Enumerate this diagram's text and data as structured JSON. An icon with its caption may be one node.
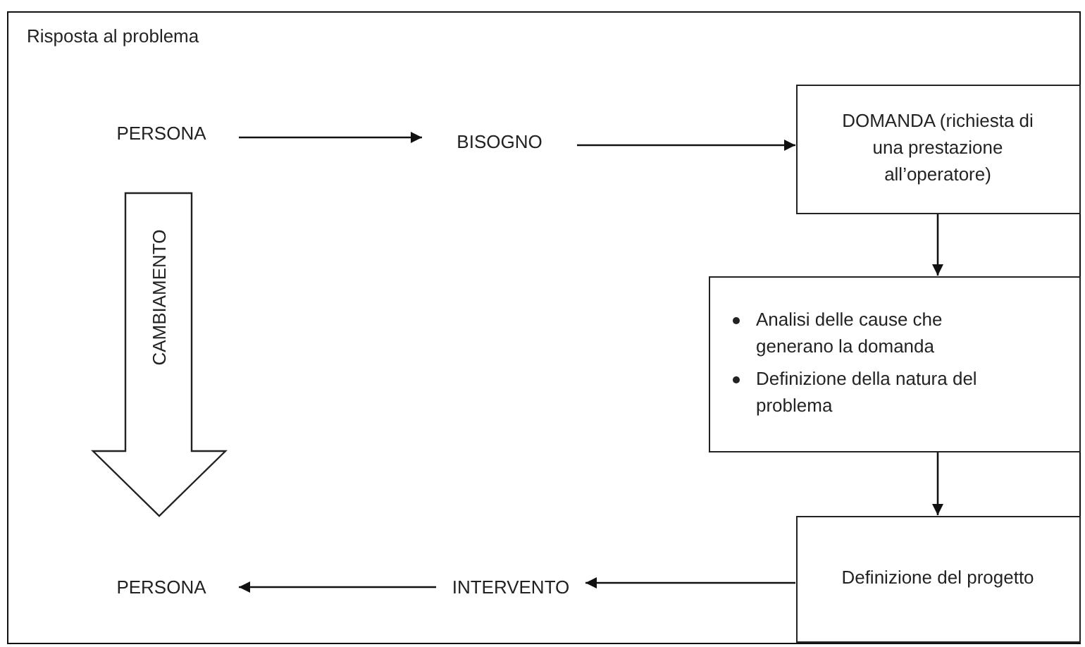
{
  "diagram": {
    "nodes": [
      {
        "text": [
          "Risposta al problema"
        ]
      },
      {
        "text": [
          "PERSONA"
        ],
        "in": 0
      },
      {
        "text": [
          "BISOGNO"
        ],
        "in": 0
      },
      {
        "text": [
          "DOMANDA (richiesta di una prestazione all’operatore)"
        ],
        "in": 0
      },
      {
        "text": [
          "Analisi delle cause che generano la domanda",
          "Definizione della natura del problema"
        ],
        "in": 0
      },
      {
        "text": [
          "Definizione del progetto"
        ],
        "in": 0
      },
      {
        "text": [
          "INTERVENTO"
        ],
        "in": 0
      },
      {
        "text": [
          "PERSONA"
        ],
        "in": 0
      },
      {
        "text": [
          "CAMBIAMENTO"
        ],
        "in": 0
      }
    ],
    "edges": [
      {
        "from": 1,
        "to": 2,
        "arrow": "to"
      },
      {
        "from": 2,
        "to": 3,
        "arrow": "to"
      },
      {
        "from": 3,
        "to": 4,
        "arrow": "to"
      },
      {
        "from": 4,
        "to": 5,
        "arrow": "to"
      },
      {
        "from": 5,
        "to": 6,
        "arrow": "to"
      },
      {
        "from": 6,
        "to": 7,
        "arrow": "to"
      }
    ]
  }
}
